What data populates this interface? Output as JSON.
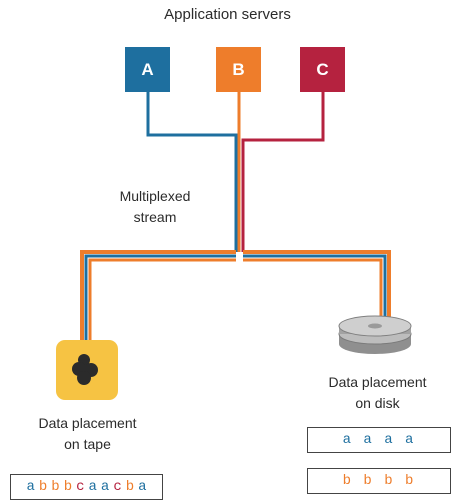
{
  "title": "Application servers",
  "colors": {
    "A": "#1e6f9f",
    "B": "#ee7d2b",
    "C": "#b5223f",
    "tape_bg": "#f6c343",
    "disk": "#a7a7a7"
  },
  "servers": [
    {
      "label": "A",
      "color": "#1e6f9f"
    },
    {
      "label": "B",
      "color": "#ee7d2b"
    },
    {
      "label": "C",
      "color": "#b5223f"
    }
  ],
  "stream_label_line1": "Multiplexed",
  "stream_label_line2": "stream",
  "tape": {
    "icon": "tape-cartridge-icon",
    "caption_line1": "Data placement",
    "caption_line2": "on tape",
    "sequence": [
      "a",
      "b",
      "b",
      "b",
      "c",
      "a",
      "a",
      "c",
      "b",
      "a"
    ]
  },
  "disk": {
    "icon": "disk-stack-icon",
    "caption_line1": "Data placement",
    "caption_line2": "on disk",
    "box1": "a a a a",
    "box2": "b b b b"
  }
}
